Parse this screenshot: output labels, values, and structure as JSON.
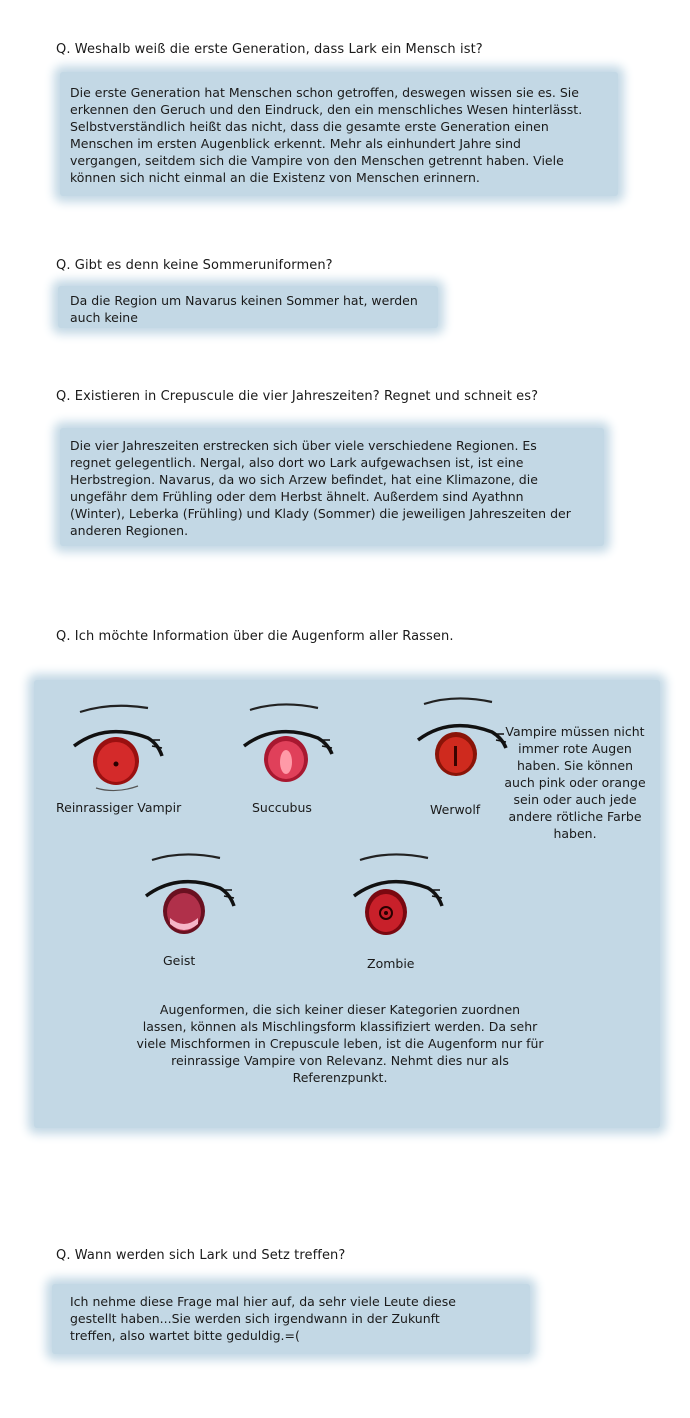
{
  "faq": [
    {
      "question": "Q. Weshalb weiß die erste Generation, dass Lark ein Mensch ist?",
      "answer_lines": [
        "Die erste Generation hat Menschen schon getroffen, deswegen wissen sie es. Sie",
        "erkennen den Geruch und den Eindruck, den ein menschliches Wesen hinterlässt.",
        "Selbstverständlich heißt das nicht, dass die gesamte erste Generation einen",
        "Menschen im ersten Augenblick erkennt. Mehr als einhundert Jahre sind",
        "vergangen, seitdem sich die Vampire von den Menschen getrennt haben. Viele",
        "können sich nicht einmal an die Existenz von Menschen erinnern."
      ]
    },
    {
      "question": "Q. Gibt es denn keine Sommeruniformen?",
      "answer_lines": [
        "Da die Region um Navarus keinen Sommer hat, werden",
        "auch keine"
      ]
    },
    {
      "question": "Q. Existieren in Crepuscule die vier Jahreszeiten? Regnet und schneit es?",
      "answer_lines": [
        "Die vier Jahreszeiten erstrecken sich über viele verschiedene Regionen. Es",
        "regnet gelegentlich. Nergal, also dort wo Lark aufgewachsen ist, ist eine",
        "Herbstregion. Navarus, da wo sich Arzew befindet, hat eine Klimazone, die",
        "ungefähr dem Frühling oder dem Herbst ähnelt. Außerdem sind Ayathnn",
        "(Winter), Leberka (Frühling) und Klady (Sommer) die jeweiligen Jahreszeiten der",
        "anderen Regionen."
      ]
    },
    {
      "question": "Q. Ich möchte Information über die Augenform aller Rassen."
    },
    {
      "question": "Q. Wann werden sich Lark und Setz treffen?",
      "answer_lines": [
        "Ich nehme diese Frage mal hier auf, da sehr viele Leute diese",
        "gestellt haben...Sie werden sich irgendwann in der Zukunft",
        "treffen, also wartet bitte geduldig.=("
      ]
    }
  ],
  "eyes": {
    "types": [
      {
        "label": "Reinrassiger Vampir",
        "icon": "vampire-eye-icon",
        "iris": "#d42a2a"
      },
      {
        "label": "Succubus",
        "icon": "succubus-eye-icon",
        "iris": "#e0405a"
      },
      {
        "label": "Werwolf",
        "icon": "werewolf-eye-icon",
        "iris": "#cf2a1e"
      },
      {
        "label": "Geist",
        "icon": "ghost-eye-icon",
        "iris": "#b0304a"
      },
      {
        "label": "Zombie",
        "icon": "zombie-eye-icon",
        "iris": "#c8202a"
      }
    ],
    "side_note_lines": [
      "Vampire müssen nicht",
      "immer rote Augen",
      "haben. Sie können",
      "auch  pink oder orange",
      "sein oder auch jede",
      "andere rötliche Farbe",
      "haben."
    ],
    "footnote_lines": [
      "Augenformen, die sich keiner dieser Kategorien zuordnen",
      "lassen, können als Mischlingsform klassifiziert werden. Da sehr",
      "viele Mischformen in Crepuscule leben, ist die Augenform nur für",
      "reinrassige Vampire von Relevanz. Nehmt dies nur als",
      "Referenzpunkt."
    ]
  },
  "colors": {
    "page_background": "#ffffff",
    "box_background": "#c3d8e5",
    "text": "#1a1a1a"
  }
}
